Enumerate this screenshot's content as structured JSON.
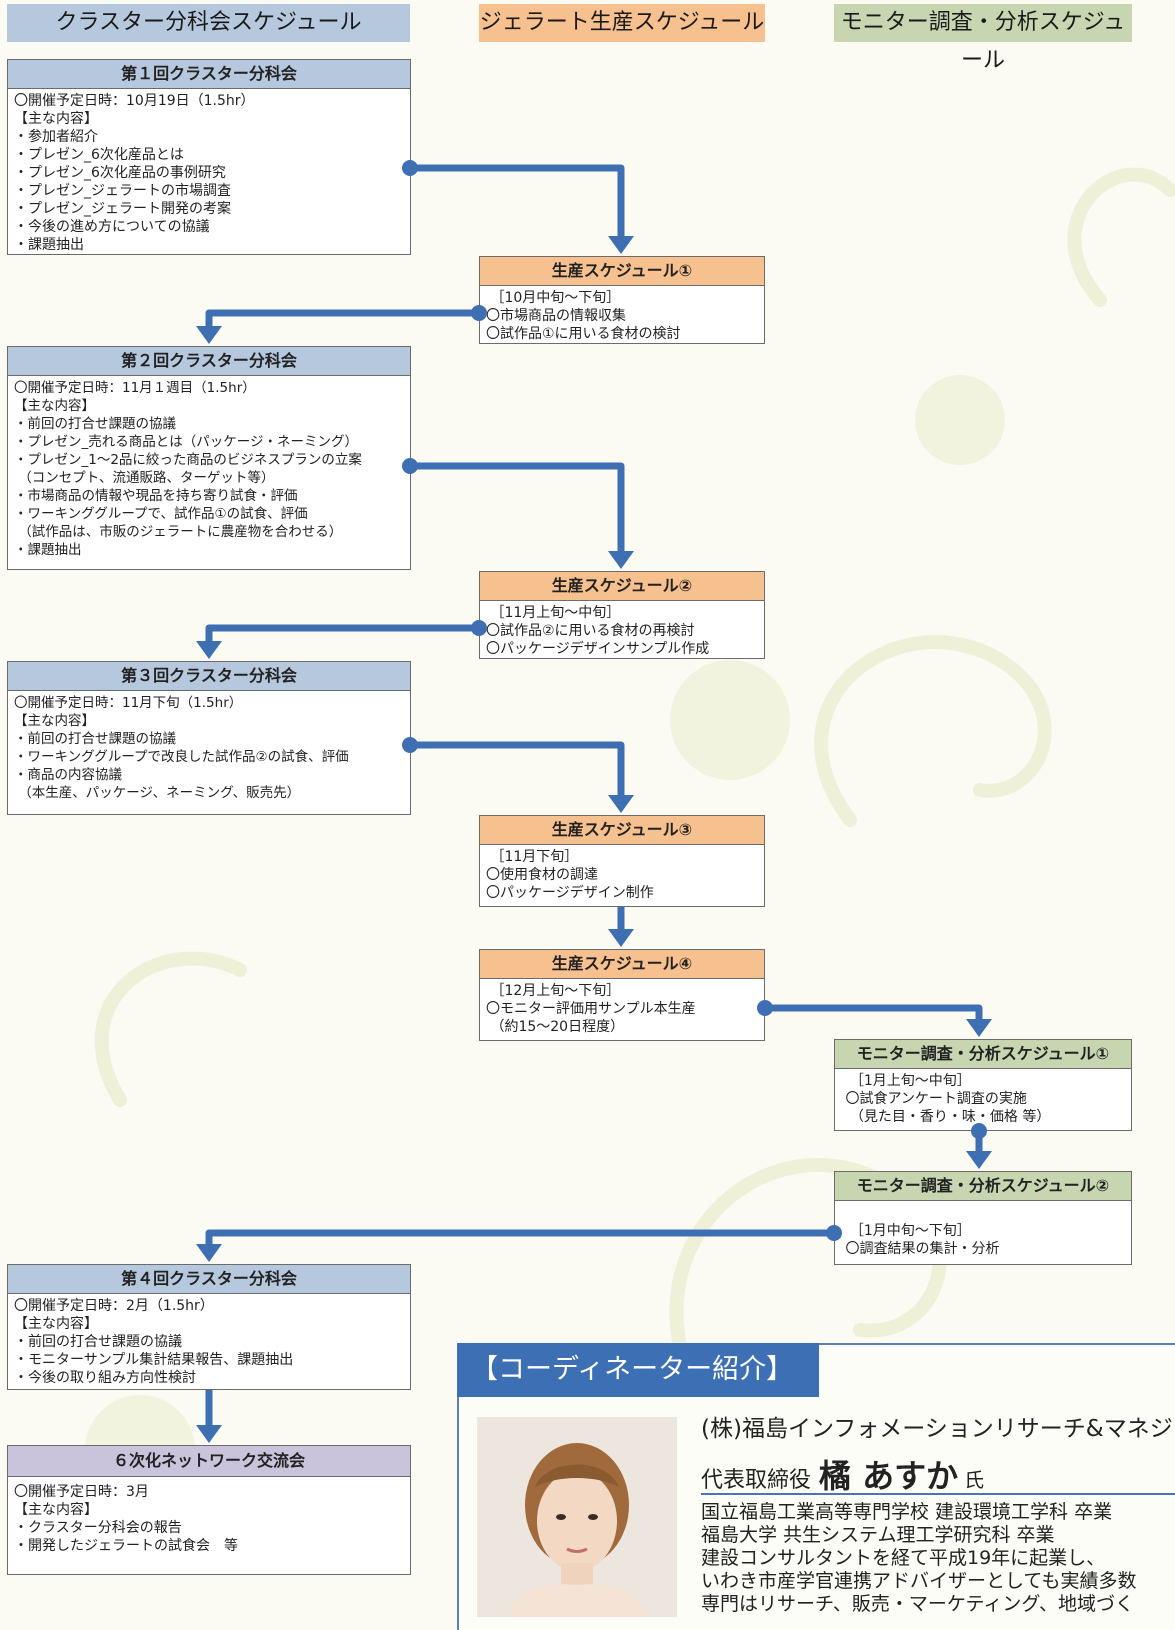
{
  "columns": {
    "cluster": "クラスター分科会スケジュール",
    "production": "ジェラート生産スケジュール",
    "monitor": "モニター調査・分析スケジュール"
  },
  "boxes": {
    "c1": {
      "title": "第１回クラスター分科会",
      "body": "〇開催予定日時：10月19日（1.5hr）\n【主な内容】\n・参加者紹介\n・プレゼン_6次化産品とは\n・プレゼン_6次化産品の事例研究\n・プレゼン_ジェラートの市場調査\n・プレゼン_ジェラート開発の考案\n・今後の進め方についての協議\n・課題抽出"
    },
    "p1": {
      "title": "生産スケジュール①",
      "body": " ［10月中旬～下旬］\n〇市場商品の情報収集\n〇試作品①に用いる食材の検討"
    },
    "c2": {
      "title": "第２回クラスター分科会",
      "body": "〇開催予定日時：11月１週目（1.5hr）\n【主な内容】\n・前回の打合せ課題の協議\n・プレゼン_売れる商品とは（パッケージ・ネーミング）\n・プレゼン_1～2品に絞った商品のビジネスプランの立案\n （コンセプト、流通販路、ターゲット等）\n・市場商品の情報や現品を持ち寄り試食・評価\n・ワーキンググループで、試作品①の試食、評価\n （試作品は、市販のジェラートに農産物を合わせる）\n・課題抽出"
    },
    "p2": {
      "title": "生産スケジュール②",
      "body": " ［11月上旬～中旬］\n〇試作品②に用いる食材の再検討\n〇パッケージデザインサンプル作成"
    },
    "c3": {
      "title": "第３回クラスター分科会",
      "body": "〇開催予定日時：11月下旬（1.5hr）\n【主な内容】\n・前回の打合せ課題の協議\n・ワーキンググループで改良した試作品②の試食、評価\n・商品の内容協議\n （本生産、パッケージ、ネーミング、販売先）"
    },
    "p3": {
      "title": "生産スケジュール③",
      "body": " ［11月下旬］\n〇使用食材の調達\n〇パッケージデザイン制作"
    },
    "p4": {
      "title": "生産スケジュール④",
      "body": " ［12月上旬～下旬］\n〇モニター評価用サンプル本生産\n （約15～20日程度）"
    },
    "m1": {
      "title": "モニター調査・分析スケジュール①",
      "body": "  ［1月上旬～中旬］\n 〇試食アンケート調査の実施\n  （見た目・香り・味・価格 等）"
    },
    "m2": {
      "title": "モニター調査・分析スケジュール②",
      "body": "\n  ［1月中旬～下旬］\n 〇調査結果の集計・分析"
    },
    "c4": {
      "title": "第４回クラスター分科会",
      "body": "〇開催予定日時：2月（1.5hr）\n【主な内容】\n・前回の打合せ課題の協議\n・モニターサンプル集計結果報告、課題抽出\n・今後の取り組み方向性検討"
    },
    "net": {
      "title": "６次化ネットワーク交流会",
      "body": "〇開催予定日時：3月\n【主な内容】\n・クラスター分科会の報告\n・開発したジェラートの試食会　等"
    }
  },
  "coordinator": {
    "heading": "【コーディネーター紹介】",
    "company": "(株)福島インフォメーションリサーチ&マネジメ",
    "role": "代表取締役",
    "name": "橘 あすか",
    "honorific": "氏",
    "bio": "国立福島工業高等専門学校 建設環境工学科 卒業\n福島大学 共生システム理工学研究科 卒業\n建設コンサルタントを経て平成19年に起業し、\nいわき市産学官連携アドバイザーとしても実績多数\n専門はリサーチ、販売・マーケティング、地域づく"
  },
  "colors": {
    "cluster_header": "#b6c8dd",
    "production_header": "#f7c08f",
    "monitor_header": "#c7d6b0",
    "network_header": "#c9c3dc",
    "arrow": "#3f6fb3",
    "coordinator_band": "#3d6fb5"
  }
}
